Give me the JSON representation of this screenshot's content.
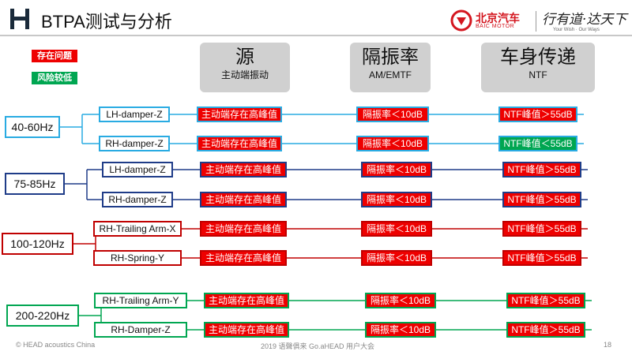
{
  "header": {
    "title": "BTPA测试与分析",
    "brand_cn": "北京汽车",
    "brand_en": "BAIC MOTOR",
    "slogan": "行有道·达天下",
    "slogan_en": "Your Wish · Our Ways"
  },
  "legend": {
    "problem": "存在问题",
    "problem_color": "#ee0000",
    "low_risk": "风险较低",
    "low_risk_color": "#00a651"
  },
  "columns": [
    {
      "title": "源",
      "subtitle": "主动端振动"
    },
    {
      "title": "隔振率",
      "subtitle": "AM/EMTF"
    },
    {
      "title": "车身传递",
      "subtitle": "NTF"
    }
  ],
  "groups": [
    {
      "band": "40-60Hz",
      "color": "#29abe2",
      "rows": [
        {
          "component": "LH-damper-Z",
          "source": "主动端存在高峰值",
          "isolation": "隔振率＜10dB",
          "ntf": "NTF峰值＞55dB",
          "ntf_status": "red"
        },
        {
          "component": "RH-damper-Z",
          "source": "主动端存在高峰值",
          "isolation": "隔振率＜10dB",
          "ntf": "NTF峰值＜55dB",
          "ntf_status": "green"
        }
      ]
    },
    {
      "band": "75-85Hz",
      "color": "#1f3c88",
      "rows": [
        {
          "component": "LH-damper-Z",
          "source": "主动端存在高峰值",
          "isolation": "隔振率＜10dB",
          "ntf": "NTF峰值＞55dB",
          "ntf_status": "red"
        },
        {
          "component": "RH-damper-Z",
          "source": "主动端存在高峰值",
          "isolation": "隔振率＜10dB",
          "ntf": "NTF峰值＞55dB",
          "ntf_status": "red"
        }
      ]
    },
    {
      "band": "100-120Hz",
      "color": "#c00000",
      "rows": [
        {
          "component": "RH-Trailing Arm-X",
          "source": "主动端存在高峰值",
          "isolation": "隔振率＜10dB",
          "ntf": "NTF峰值＞55dB",
          "ntf_status": "red"
        },
        {
          "component": "RH-Spring-Y",
          "source": "主动端存在高峰值",
          "isolation": "隔振率＜10dB",
          "ntf": "NTF峰值＞55dB",
          "ntf_status": "red"
        }
      ]
    },
    {
      "band": "200-220Hz",
      "color": "#00a651",
      "rows": [
        {
          "component": "RH-Trailing Arm-Y",
          "source": "主动端存在高峰值",
          "isolation": "隔振率＜10dB",
          "ntf": "NTF峰值＞55dB",
          "ntf_status": "red"
        },
        {
          "component": "RH-Damper-Z",
          "source": "主动端存在高峰值",
          "isolation": "隔振率＜10dB",
          "ntf": "NTF峰值＞55dB",
          "ntf_status": "red"
        }
      ]
    }
  ],
  "footer": {
    "left": "© HEAD acoustics China",
    "center": "2019 语聲俱来 Go.aHEAD 用户大会",
    "page": "18"
  }
}
